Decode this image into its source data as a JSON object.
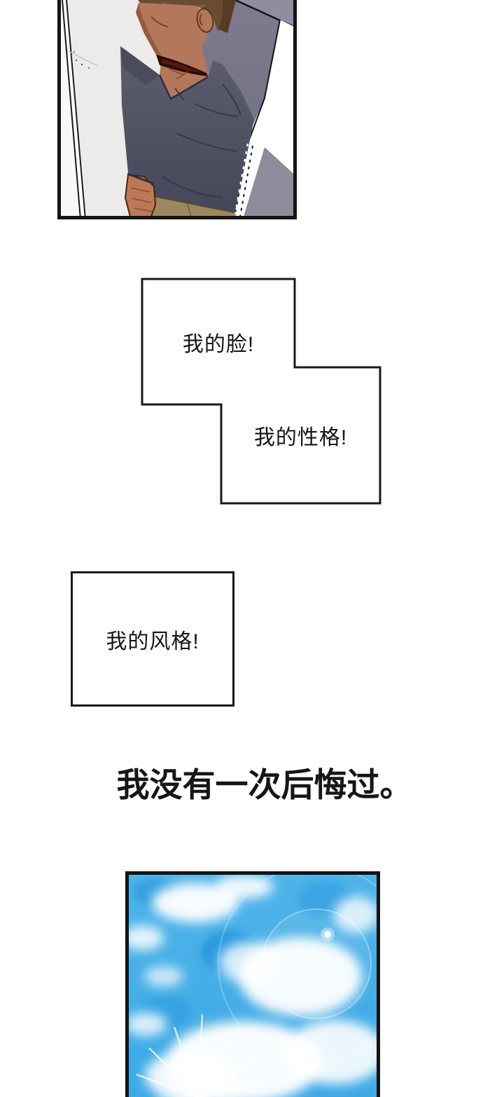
{
  "page": {
    "background": "#ffffff"
  },
  "bubbles": {
    "face": "我的脸!",
    "personality": "我的性格!",
    "style": "我的风格!"
  },
  "narration": "我没有一次后悔过。",
  "palette": {
    "panel_border": "#141414",
    "bubble_border": "#1a1a1a",
    "text_color": "#161616",
    "sky_blue": "#4ab1e8",
    "deep_sky_blue": "#2496dd",
    "cloud_white": "#ffffff",
    "shirt_slate": "#515366",
    "skin_tan": "#b3775c",
    "hair_brown": "#6a4c33",
    "pants_khaki": "#9c8760",
    "wall_gray": "#7d7b8e",
    "ceiling_gray": "#8f8ea0"
  }
}
